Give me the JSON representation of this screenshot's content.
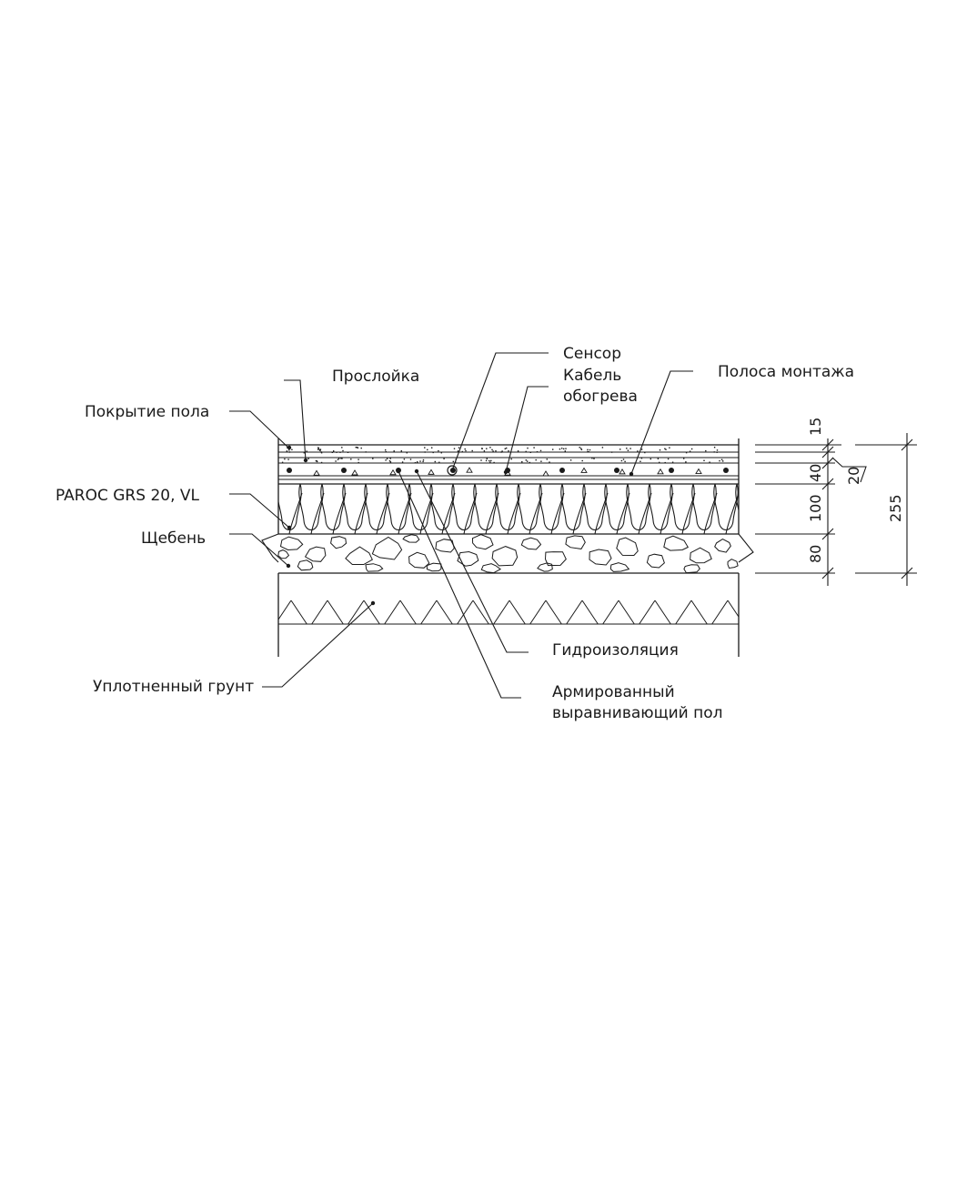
{
  "labels": {
    "sensor": "Сенсор",
    "cable_line1": "Кабель",
    "cable_line2": "обогрева",
    "interlayer": "Прослойка",
    "mounting_strip": "Полоса монтажа",
    "floor_covering": "Покрытие пола",
    "insulation": "PAROC GRS 20, VL",
    "gravel": "Щебень",
    "waterproofing": "Гидроизоляция",
    "compacted_soil": "Уплотненный грунт",
    "screed_line1": "Армированный",
    "screed_line2": "выравнивающий пол"
  },
  "dimensions": {
    "d15": "15",
    "d20": "20",
    "d40": "40",
    "d100": "100",
    "d80": "80",
    "total": "255"
  },
  "colors": {
    "line": "#1a1a1a",
    "background": "#ffffff"
  }
}
